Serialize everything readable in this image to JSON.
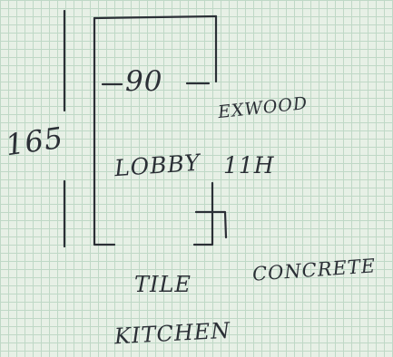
{
  "sketch": {
    "labels": {
      "height_dim": "165",
      "width_dim": "90",
      "room_1": "LOBBY",
      "room_1_note": "11H",
      "wall_note": "EXWOOD",
      "floor_material": "CONCRETE",
      "tile_line_1": "TILE",
      "tile_line_2": "KITCHEN"
    }
  }
}
